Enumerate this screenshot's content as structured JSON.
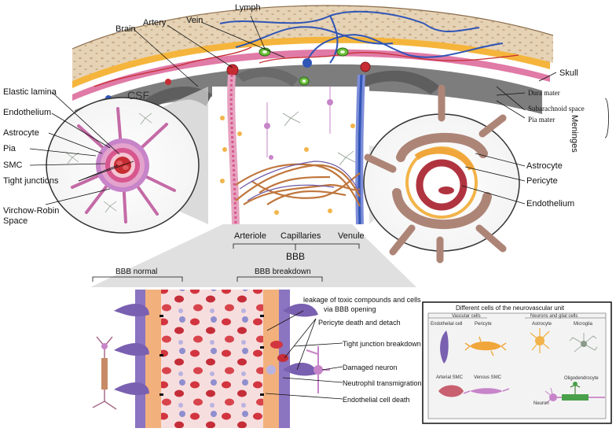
{
  "colors": {
    "skull": "#e2cdb0",
    "dura": "#f0a63a",
    "pia": "#d8568e",
    "artery": "#c62c32",
    "vein": "#2f55b6",
    "astrocyte": "#f2b44a",
    "pericyte_tan": "#ad8577",
    "endothelium": "#b03440",
    "microglia": "#8a9a8a"
  },
  "top_labels": {
    "brain": "Brain",
    "artery": "Artery",
    "vein": "Vein",
    "lymph": "Lymph",
    "skull": "Skull",
    "csf": "CSF"
  },
  "meninges": {
    "title": "Meninges",
    "dura": "Dura mater",
    "subarachnoid": "Subarachnoid space",
    "pia": "Pia mater"
  },
  "left_inset": {
    "elastic_lamina": "Elastic lamina",
    "endothelium": "Endothelium",
    "astrocyte": "Astrocyte",
    "pia": "Pia",
    "smc": "SMC",
    "tight_junctions": "Tight junctions",
    "virchow_robin_1": "Virchow-Robin",
    "virchow_robin_2": "Space"
  },
  "right_inset": {
    "astrocyte": "Astrocyte",
    "pericyte": "Pericyte",
    "endothelium": "Endothelium"
  },
  "center": {
    "arteriole": "Arteriole",
    "capillaries": "Capillaries",
    "venule": "Venule",
    "bbb": "BBB"
  },
  "bottom": {
    "bbb_normal": "BBB normal",
    "bbb_breakdown": "BBB breakdown",
    "callouts": {
      "leakage_1": "leakage of toxic compounds and cells",
      "leakage_2": "via BBB opening",
      "pericyte_death": "Pericyte death and detach",
      "tight_junction": "Tight junction breakdown",
      "damaged_neuron": "Damaged neuron",
      "neutrophil": "Neutrophil transmigration",
      "endothelial_death": "Endothelial cell death"
    }
  },
  "nvu_box": {
    "title": "Different cells of the neurovascular unit",
    "vascular_header": "Vascular cells",
    "neuro_header": "Neurons and glial cells",
    "endothelial_cell": "Endothelial cell",
    "pericyte": "Pericyte",
    "astrocyte": "Astrocyte",
    "microglia": "Microglia",
    "arterial_smc": "Arterial SMC",
    "venous_smc": "Venous SMC",
    "oligodendrocyte": "Oligodendrocyte",
    "neuron": "Neuron"
  }
}
